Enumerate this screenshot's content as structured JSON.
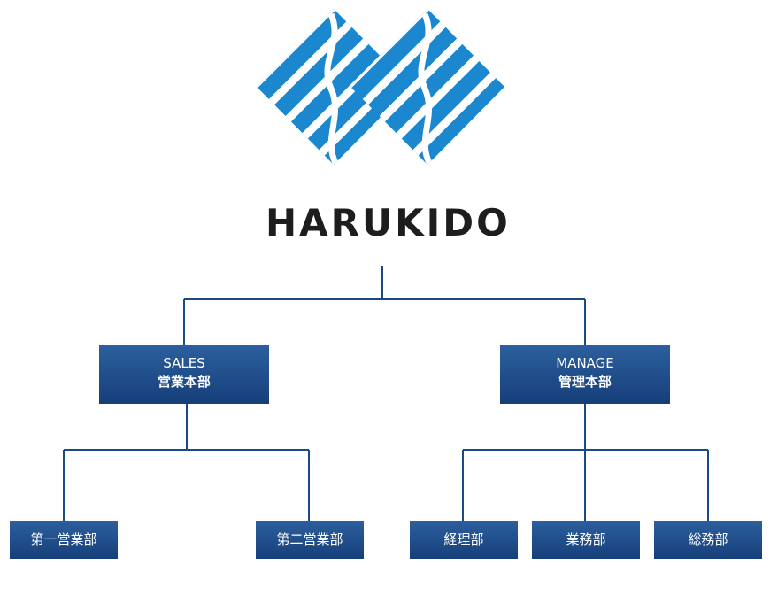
{
  "company": {
    "name": "HARUKIDO"
  },
  "colors": {
    "logo_blue": "#1b87cf",
    "box_top": "#2c5f9e",
    "box_bottom": "#163f79",
    "line": "#1a4a86",
    "text_dark": "#1d1d1d"
  },
  "divisions": [
    {
      "english": "SALES",
      "japanese": "営業本部",
      "departments": [
        "第一営業部",
        "第二営業部"
      ]
    },
    {
      "english": "MANAGE",
      "japanese": "管理本部",
      "departments": [
        "経理部",
        "業務部",
        "総務部"
      ]
    }
  ]
}
